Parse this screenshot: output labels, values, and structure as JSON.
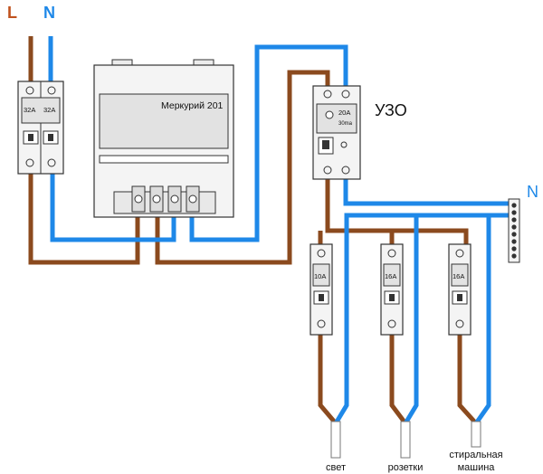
{
  "labels": {
    "line": "L",
    "neutral_top": "N",
    "neutral_bus": "N",
    "rcd": "УЗО"
  },
  "meter": {
    "model": "Меркурий 201"
  },
  "main_breaker": {
    "rating_left": "32A",
    "rating_right": "32A"
  },
  "rcd": {
    "rating": "20A",
    "leakage": "30ma"
  },
  "circuits": [
    {
      "rating": "10A",
      "label": "свет"
    },
    {
      "rating": "16A",
      "label": "розетки"
    },
    {
      "rating": "16A",
      "label_line1": "стиральная",
      "label_line2": "машина"
    }
  ],
  "colors": {
    "line_wire": "#8b4a1e",
    "neutral_wire": "#1e88e8",
    "line_label": "#c0521e",
    "neutral_label": "#1e88e8"
  }
}
